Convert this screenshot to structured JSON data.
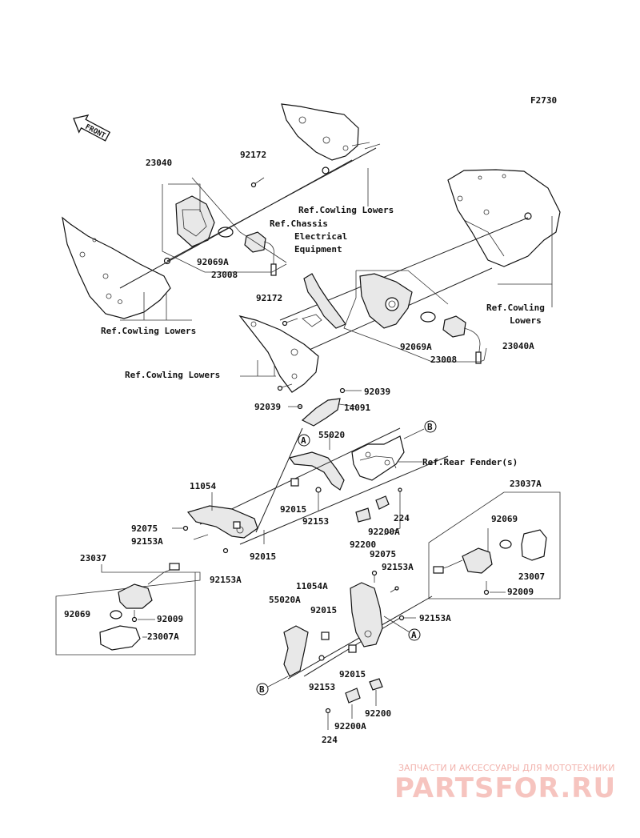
{
  "figure_code": "F2730",
  "front_arrow_label": "FRONT",
  "refs": {
    "cowling_lowers_1": "Ref.Cowling Lowers",
    "chassis_electrical": [
      "Ref.Chassis",
      "Electrical",
      "Equipment"
    ],
    "cowling_lowers_left": "Ref.Cowling Lowers",
    "cowling_lowers_right": [
      "Ref.Cowling",
      "Lowers"
    ],
    "cowling_lowers_mid": "Ref.Cowling Lowers",
    "rear_fender": "Ref.Rear Fender(s)"
  },
  "markers": {
    "a": "A",
    "b": "B"
  },
  "parts": {
    "p23040": "23040",
    "p92172a": "92172",
    "p92069a_1": "92069A",
    "p23008_1": "23008",
    "p92172b": "92172",
    "p92069a_2": "92069A",
    "p23008_2": "23008",
    "p23040a": "23040A",
    "p92039a": "92039",
    "p92039b": "92039",
    "p14091": "14091",
    "p55020": "55020",
    "p11054": "11054",
    "p92075a": "92075",
    "p92153a_1": "92153A",
    "p92015a": "92015",
    "p92153a": "92153",
    "p224a": "224",
    "p92200a_1": "92200A",
    "p92200a": "92200",
    "p92015b": "92015",
    "p92153a_2": "92153A",
    "p23037a": "23037A",
    "p92069a": "92069",
    "p23007": "23007",
    "p92009a": "92009",
    "p23037": "23037",
    "p92069b": "92069",
    "p92009b": "92009",
    "p23007a": "23007A",
    "p92075b": "92075",
    "p11054a": "11054A",
    "p92153a_3": "92153A",
    "p55020a": "55020A",
    "p92015c": "92015",
    "p92153a_4": "92153A",
    "p92015d": "92015",
    "p92153b": "92153",
    "p92200b": "92200",
    "p92200a_2": "92200A",
    "p224b": "224"
  },
  "watermark": {
    "tagline": "ЗАПЧАСТИ И АКСЕССУАРЫ ДЛЯ МОТОТЕХНИКИ",
    "brand": "PARTSFOR.RU"
  }
}
